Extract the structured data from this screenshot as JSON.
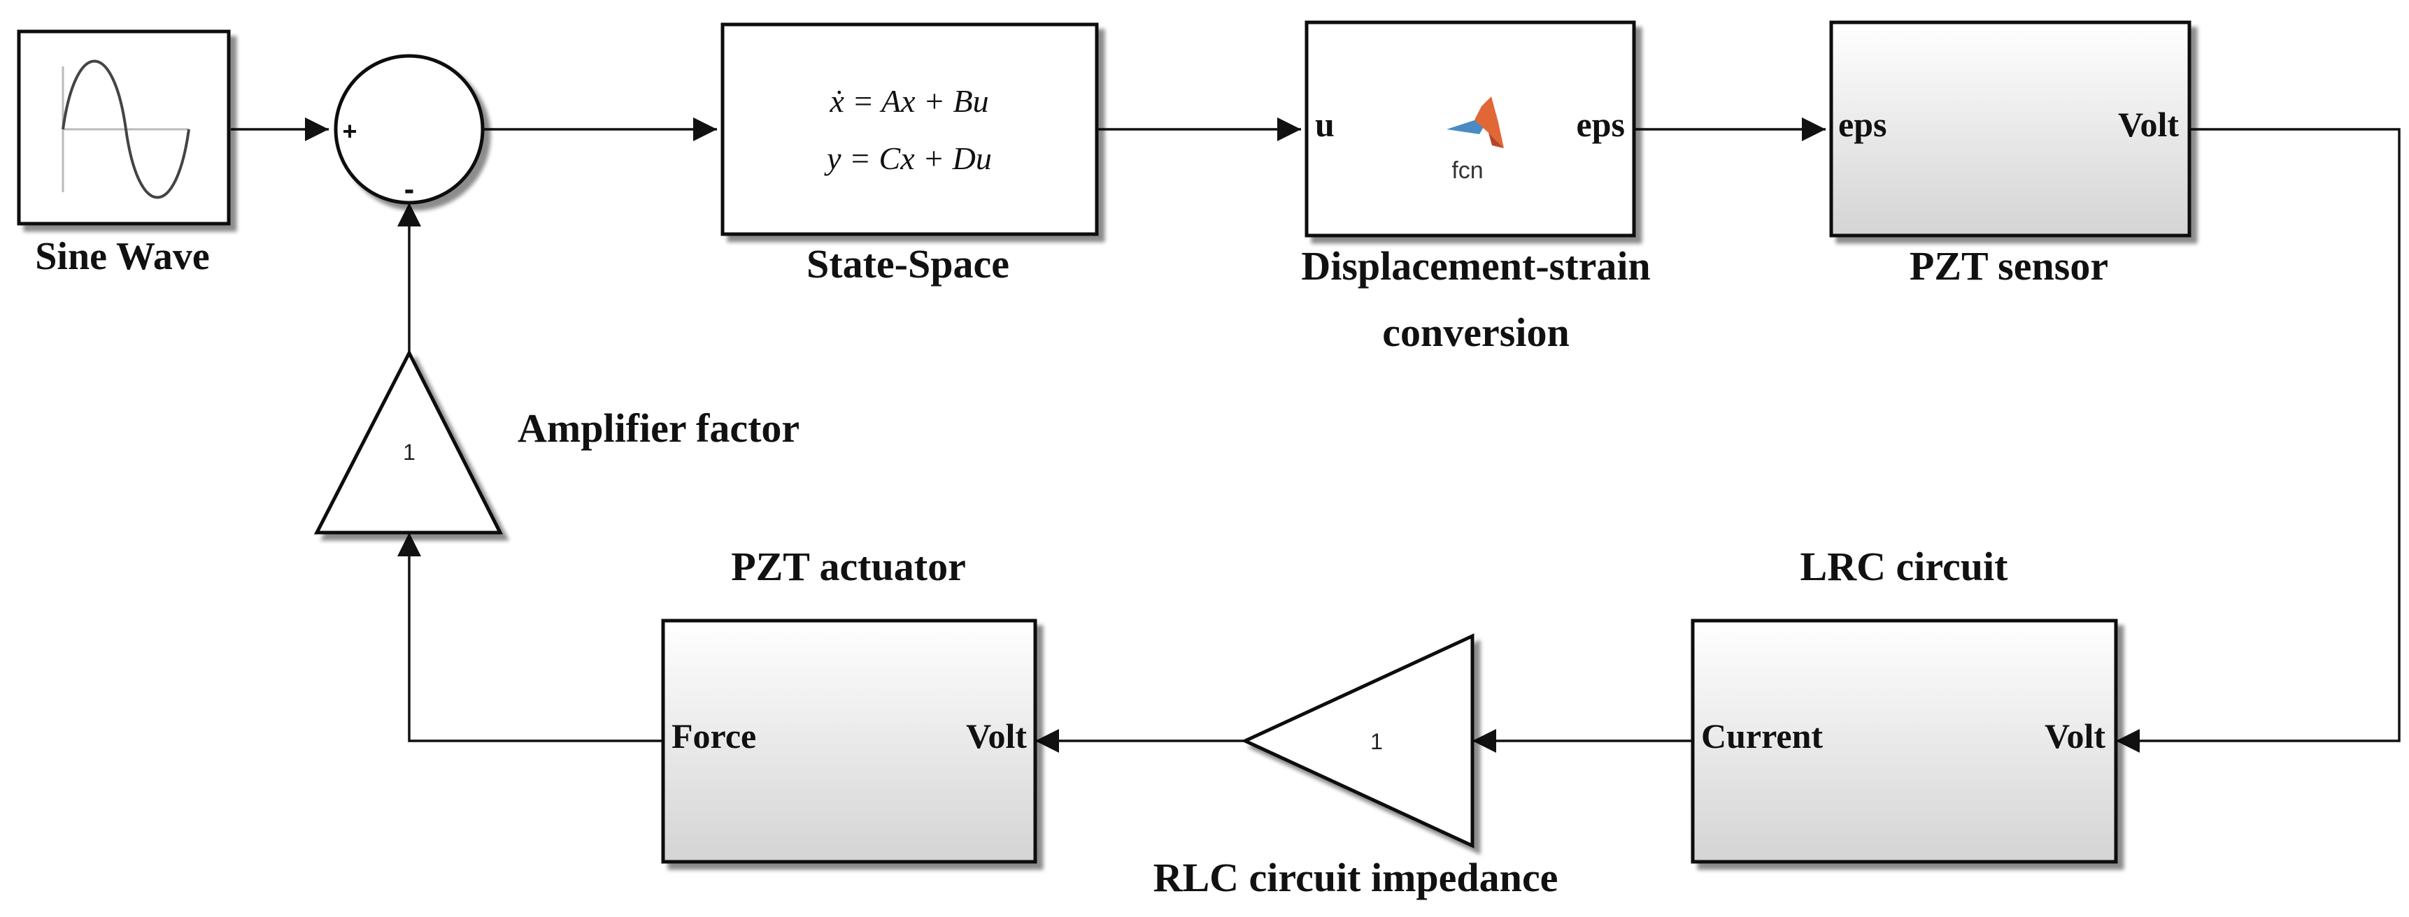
{
  "blocks": {
    "sine_wave": {
      "label": "Sine Wave"
    },
    "sum": {
      "plus_sign": "+",
      "minus_sign": "-"
    },
    "state_space": {
      "label": "State-Space",
      "eq_line1": "ẋ = Ax + Bu",
      "eq_line2": "y = Cx + Du"
    },
    "displacement_strain": {
      "label_line1": "Displacement-strain",
      "label_line2": "conversion",
      "in_port": "u",
      "out_port": "eps",
      "icon_text": "fcn"
    },
    "pzt_sensor": {
      "label": "PZT sensor",
      "in_port": "eps",
      "out_port": "Volt"
    },
    "lrc_circuit": {
      "label": "LRC circuit",
      "in_port": "Volt",
      "out_port": "Current"
    },
    "rlc_impedance": {
      "label": "RLC circuit impedance",
      "gain": "1"
    },
    "pzt_actuator": {
      "label": "PZT actuator",
      "in_port": "Volt",
      "out_port": "Force"
    },
    "amplifier": {
      "label": "Amplifier factor",
      "gain": "1"
    }
  },
  "icons": [
    "sine-wave-icon",
    "matlab-icon"
  ],
  "colors": {
    "line": "#111111",
    "block_gradient_top": "#ffffff",
    "block_gradient_bottom": "#d4d4d4",
    "matlab_orange": "#e16737",
    "matlab_blue": "#4b8bc4"
  }
}
